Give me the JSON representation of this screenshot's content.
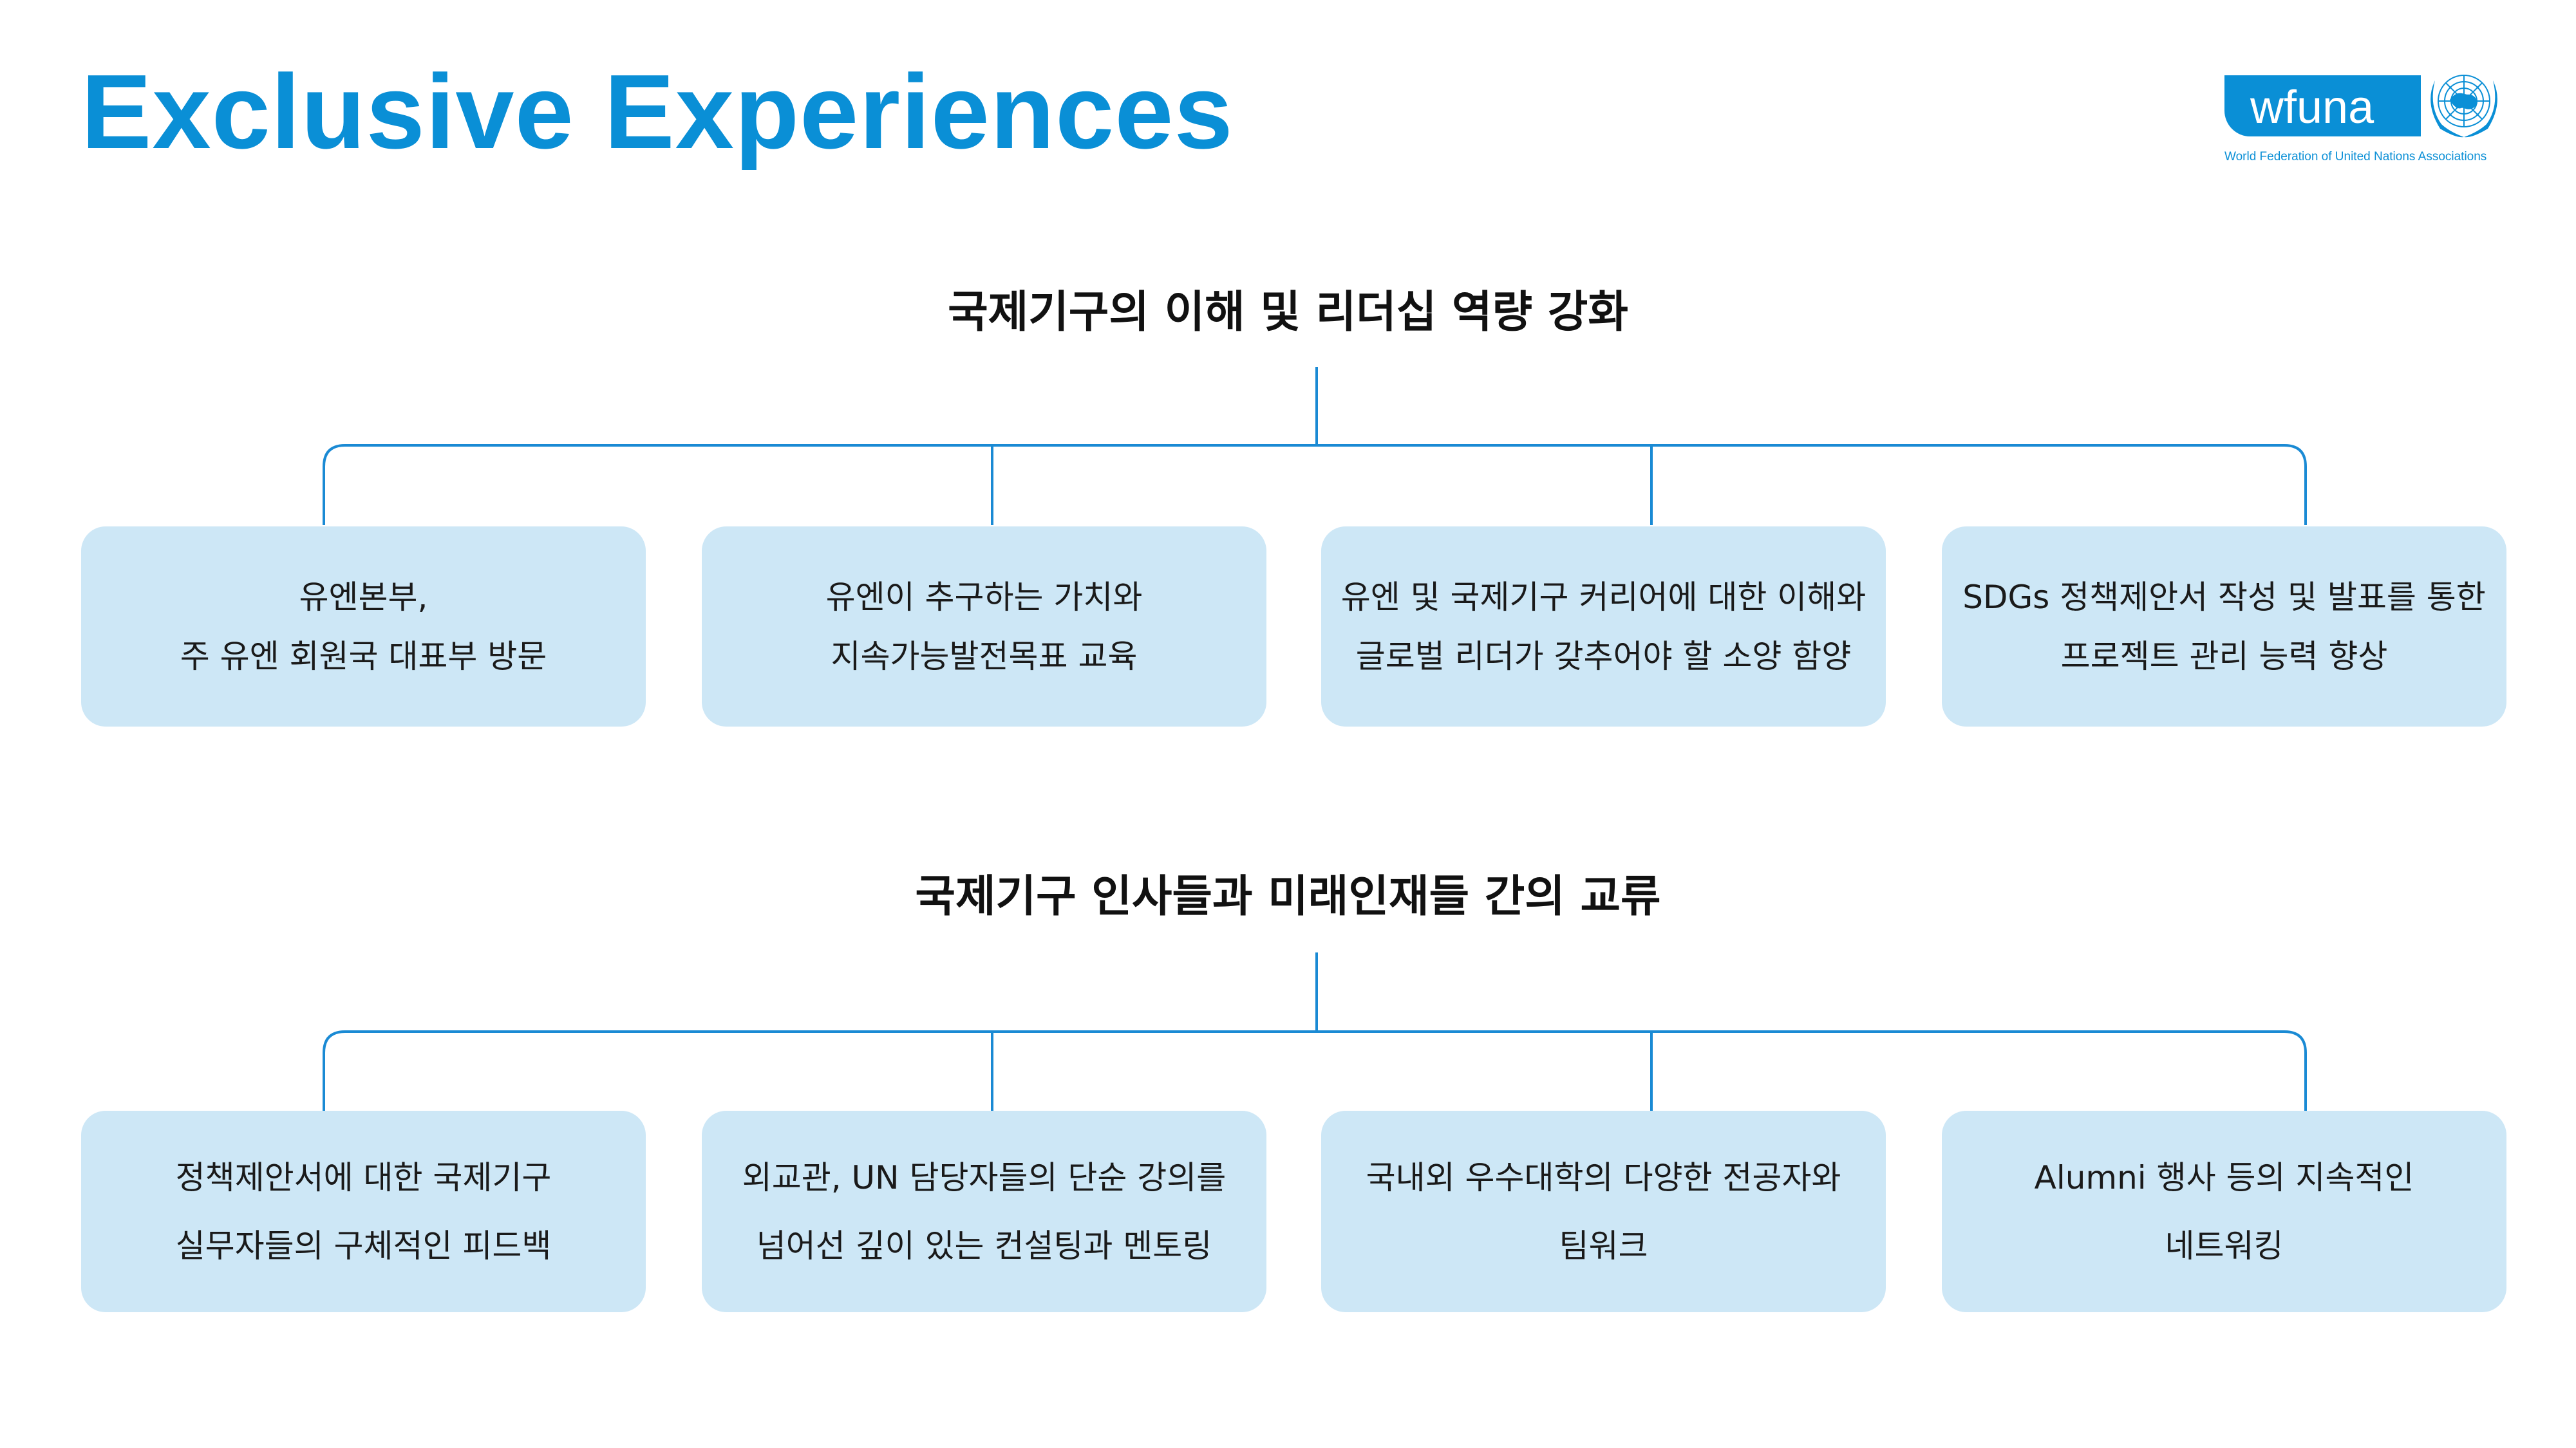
{
  "title": "Exclusive Experiences",
  "logo": {
    "word": "wfuna",
    "subtitle": "World Federation of United Nations Associations"
  },
  "colors": {
    "accent": "#0a8fd6",
    "box": "#cde7f6",
    "line": "#1a8ad4"
  },
  "sections": [
    {
      "heading": "국제기구의 이해 및 리더십 역량 강화",
      "boxes": [
        {
          "lines": [
            "유엔본부,",
            "주 유엔 회원국 대표부 방문"
          ]
        },
        {
          "lines": [
            "유엔이 추구하는 가치와",
            "지속가능발전목표 교육"
          ]
        },
        {
          "lines": [
            "유엔 및 국제기구 커리어에 대한 이해와",
            "글로벌 리더가 갖추어야 할 소양 함양"
          ]
        },
        {
          "lines": [
            "SDGs 정책제안서 작성 및 발표를 통한",
            "프로젝트 관리 능력 향상"
          ]
        }
      ]
    },
    {
      "heading": "국제기구 인사들과 미래인재들 간의 교류",
      "boxes": [
        {
          "lines": [
            "정책제안서에 대한 국제기구",
            "실무자들의 구체적인 피드백"
          ]
        },
        {
          "lines": [
            "외교관, UN 담당자들의 단순 강의를",
            "넘어선 깊이 있는 컨설팅과 멘토링"
          ]
        },
        {
          "lines": [
            "국내외 우수대학의 다양한 전공자와",
            "팀워크"
          ]
        },
        {
          "lines": [
            "Alumni 행사 등의 지속적인",
            "네트워킹"
          ]
        }
      ]
    }
  ]
}
